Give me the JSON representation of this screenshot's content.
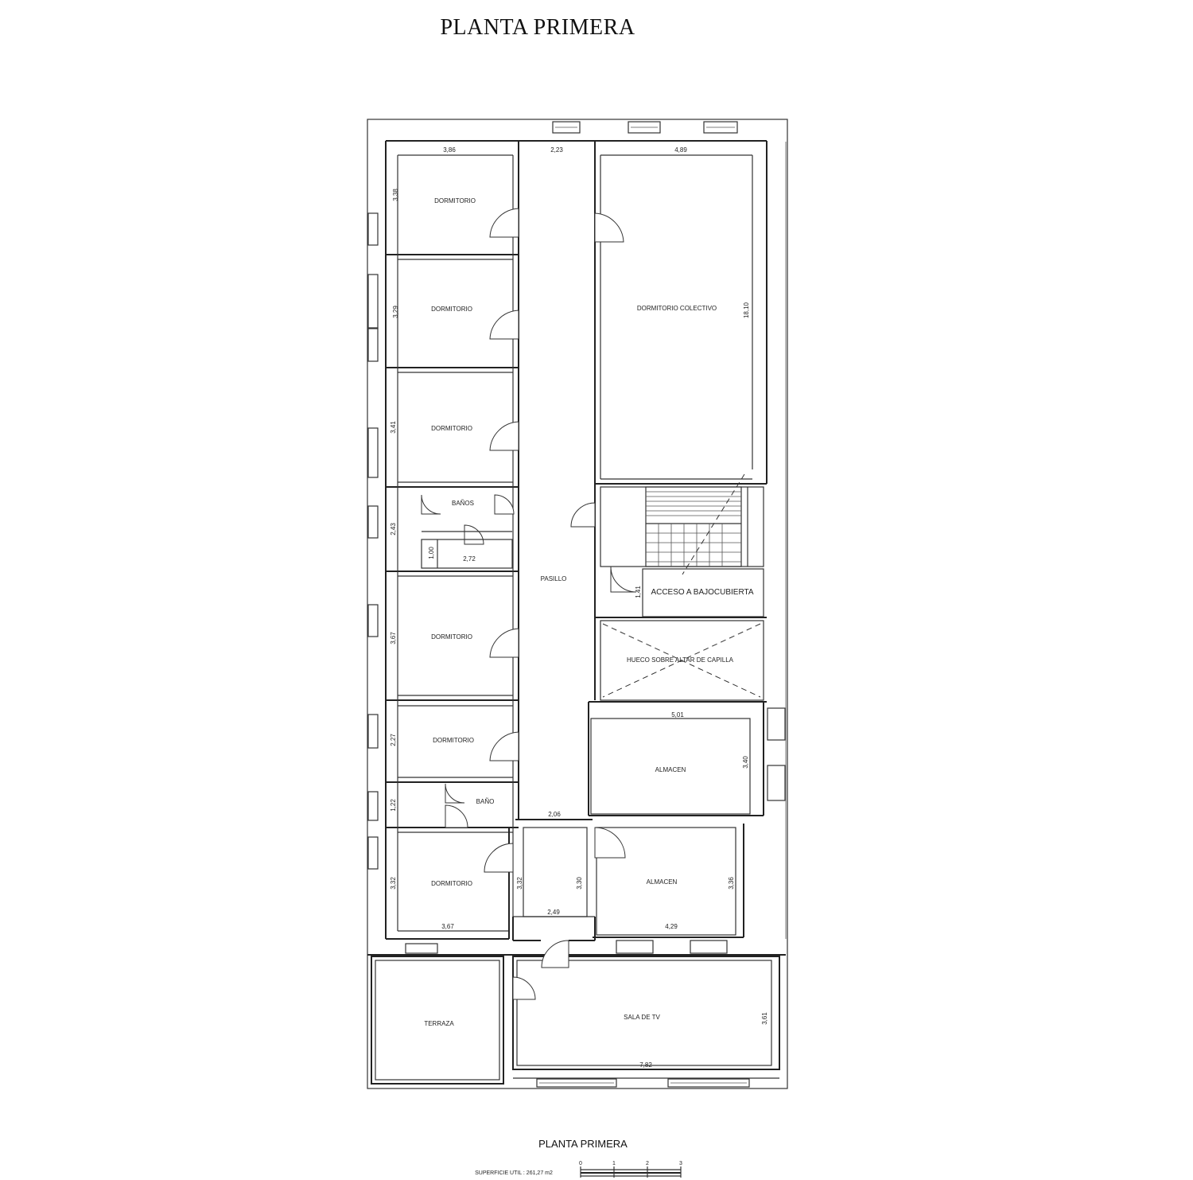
{
  "title_top": "PLANTA PRIMERA",
  "title_bottom": "PLANTA PRIMERA",
  "surface_label": "SUPERFICIE UTIL : 261,27 m2",
  "scale_ticks": [
    "0",
    "1",
    "2",
    "3"
  ],
  "rooms": {
    "dormitorio_1": "DORMITORIO",
    "dormitorio_2": "DORMITORIO",
    "dormitorio_3": "DORMITORIO",
    "banos": "BAÑOS",
    "dormitorio_4": "DORMITORIO",
    "dormitorio_5": "DORMITORIO",
    "bano": "BAÑO",
    "dormitorio_6": "DORMITORIO",
    "pasillo": "PASILLO",
    "dormitorio_colectivo": "DORMITORIO COLECTIVO",
    "acceso_bajocubierta": "ACCESO A BAJOCUBIERTA",
    "hueco_capilla": "HUECO SOBRE ALTAR DE CAPILLA",
    "almacen_1": "ALMACEN",
    "almacen_2": "ALMACEN",
    "terraza": "TERRAZA",
    "sala_tv": "SALA DE TV"
  },
  "dims": {
    "top_left": "3,86",
    "top_mid": "2,23",
    "top_right": "4,89",
    "d1": "3,38",
    "d2": "3,29",
    "d3": "3,41",
    "banos_h": "2,43",
    "banos_small": "1,00",
    "banos_w": "2,72",
    "d4": "3,67",
    "d5": "2,27",
    "bano_h": "1,22",
    "pas_w": "2,06",
    "d6": "3,32",
    "d6_w": "3,67",
    "hall_h1": "3,32",
    "hall_h2": "3,30",
    "hall_w": "2,49",
    "colectivo_h": "18,10",
    "acceso_h": "1,41",
    "alm1_w": "5,01",
    "alm1_h": "3,40",
    "alm2_h": "3,36",
    "alm2_w": "4,29",
    "tv_h": "3,61",
    "tv_w": "7,82"
  }
}
